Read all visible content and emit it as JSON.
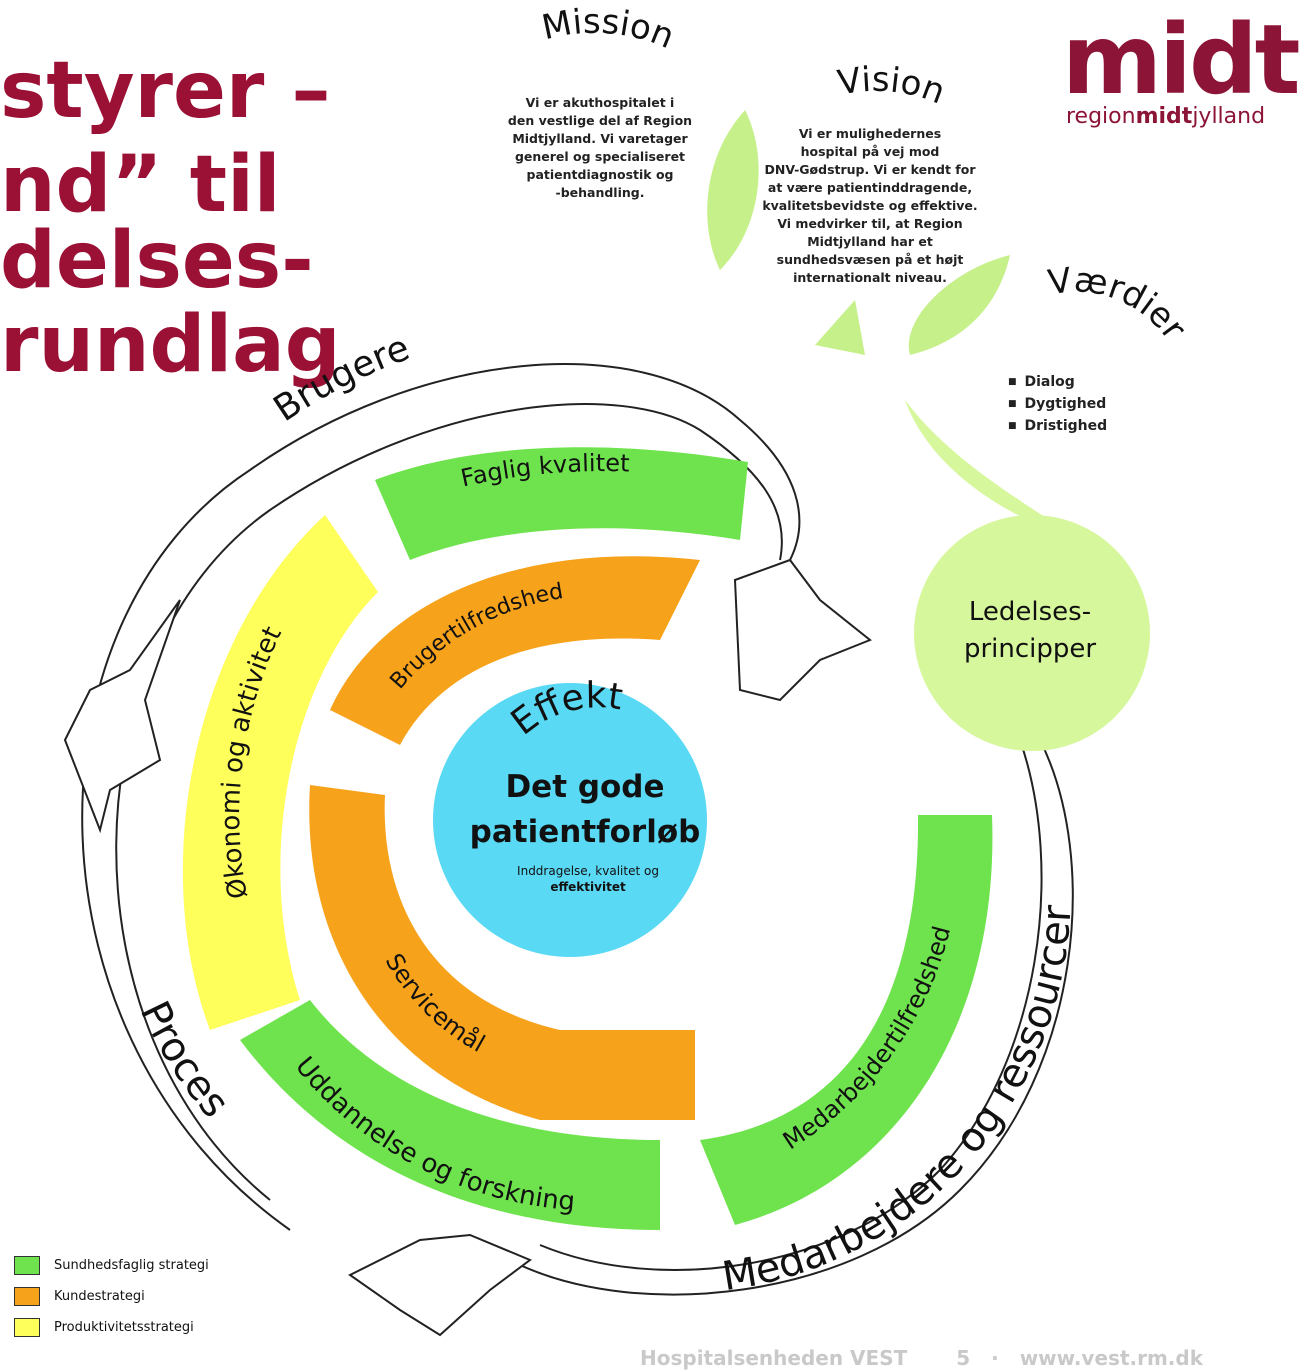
{
  "title": {
    "lines": [
      "styrer –",
      "nd” til",
      "delses-",
      "rundlag"
    ]
  },
  "logo": {
    "word": "midt",
    "sub_prefix": "region",
    "sub_bold": "midt",
    "sub_suffix": "jylland"
  },
  "mission": {
    "heading": "Mission",
    "lines": [
      "Vi er akuthospitalet i",
      "den vestlige del af Region",
      "Midtjylland. Vi varetager",
      "generel og specialiseret",
      "patientdiagnostik og",
      "-behandling."
    ]
  },
  "vision": {
    "heading": "Vision",
    "lines": [
      "Vi er mulighedernes",
      "hospital på vej mod",
      "DNV-Gødstrup. Vi er kendt for",
      "at være patientinddragende,",
      "kvalitetsbevidste og effektive.",
      "Vi medvirker til, at Region",
      "Midtjylland har et",
      "sundhedsvæsen på et højt",
      "internationalt niveau."
    ]
  },
  "values": {
    "heading": "Værdier",
    "items": [
      "Dialog",
      "Dygtighed",
      "Dristighed"
    ]
  },
  "principles": {
    "line1": "Ledelses-",
    "line2": "principper"
  },
  "outer_ring": {
    "top": "Brugere",
    "left": "Proces",
    "right": "Medarbejdere og ressourcer"
  },
  "middle_ring": {
    "top": "Faglig kvalitet",
    "left": "Økonomi og aktivitet",
    "bottom": "Uddannelse og forskning",
    "right": "Medarbejdertilfredshed"
  },
  "inner_ring": {
    "top": "Brugertilfredshed",
    "bottom": "Servicemål"
  },
  "center": {
    "arc_label": "Effekt",
    "title_line1": "Det gode",
    "title_line2": "patientforløb",
    "sub_line1": "Inddragelse, kvalitet og",
    "sub_line2": "effektivitet"
  },
  "legend": [
    {
      "label": "Sundhedsfaglig strategi",
      "color": "#6fe34d"
    },
    {
      "label": "Kundestrategi",
      "color": "#f7a21b"
    },
    {
      "label": "Produktivitetsstrategi",
      "color": "#ffff5c"
    }
  ],
  "footer": {
    "org": "Hospitalsenheden VEST",
    "page": "5",
    "separator": "·",
    "url": "www.vest.rm.dk"
  },
  "colors": {
    "health": "#6fe34d",
    "customer": "#f7a21b",
    "productivity": "#ffff5c",
    "center": "#5ad9f5",
    "leaf": "#c6f08a",
    "principles": "#d7f79c",
    "brand": "#9b1035"
  }
}
